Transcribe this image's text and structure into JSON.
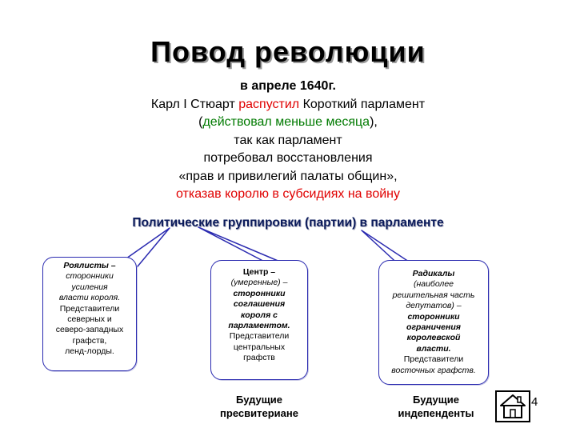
{
  "title": "Повод революции",
  "intro": {
    "date": "в апреле 1640г.",
    "king": "Карл I Стюарт ",
    "dismissed": "распустил",
    "parliament": " Короткий парламент",
    "paren_open": "(",
    "duration": "действовал меньше месяца",
    "paren_close": "),",
    "line3": "так как парламент",
    "line4": "потребовал восстановления",
    "line5": "«прав и привилегий палаты общин»,",
    "line6": "отказав королю в субсидиях на войну"
  },
  "parties_heading": "Политические группировки (партии) в парламенте",
  "parties": [
    {
      "title": "Роялисты –",
      "lines_italic": [
        "сторонники",
        "усиления",
        "власти короля."
      ],
      "lines_plain": [
        "Представители",
        "северных и",
        "северо-западных",
        "графств,",
        "ленд-лорды."
      ]
    },
    {
      "title": "Центр –",
      "lines_italic": [
        "(умеренные) –",
        "сторонники",
        "соглашения",
        "короля с",
        "парламентом."
      ],
      "lines_plain": [
        "Представители",
        "центральных",
        "графств"
      ]
    },
    {
      "title": "Радикалы",
      "lines_italic": [
        "(наиболее",
        "решительная часть",
        "депутатов) –",
        "сторонники",
        "ограничения",
        "королевской",
        "власти."
      ],
      "lines_plain": [
        "Представители",
        "восточных графств."
      ]
    }
  ],
  "future": [
    {
      "line1": "Будущие",
      "line2": "пресвитериане"
    },
    {
      "line1": "Будущие",
      "line2": "индепенденты"
    }
  ],
  "page_number": "4",
  "colors": {
    "red": "#e00000",
    "green": "#007a00",
    "border": "#2a2ab0",
    "heading": "#0a1a5a"
  },
  "icons": {
    "home": "home-icon"
  }
}
